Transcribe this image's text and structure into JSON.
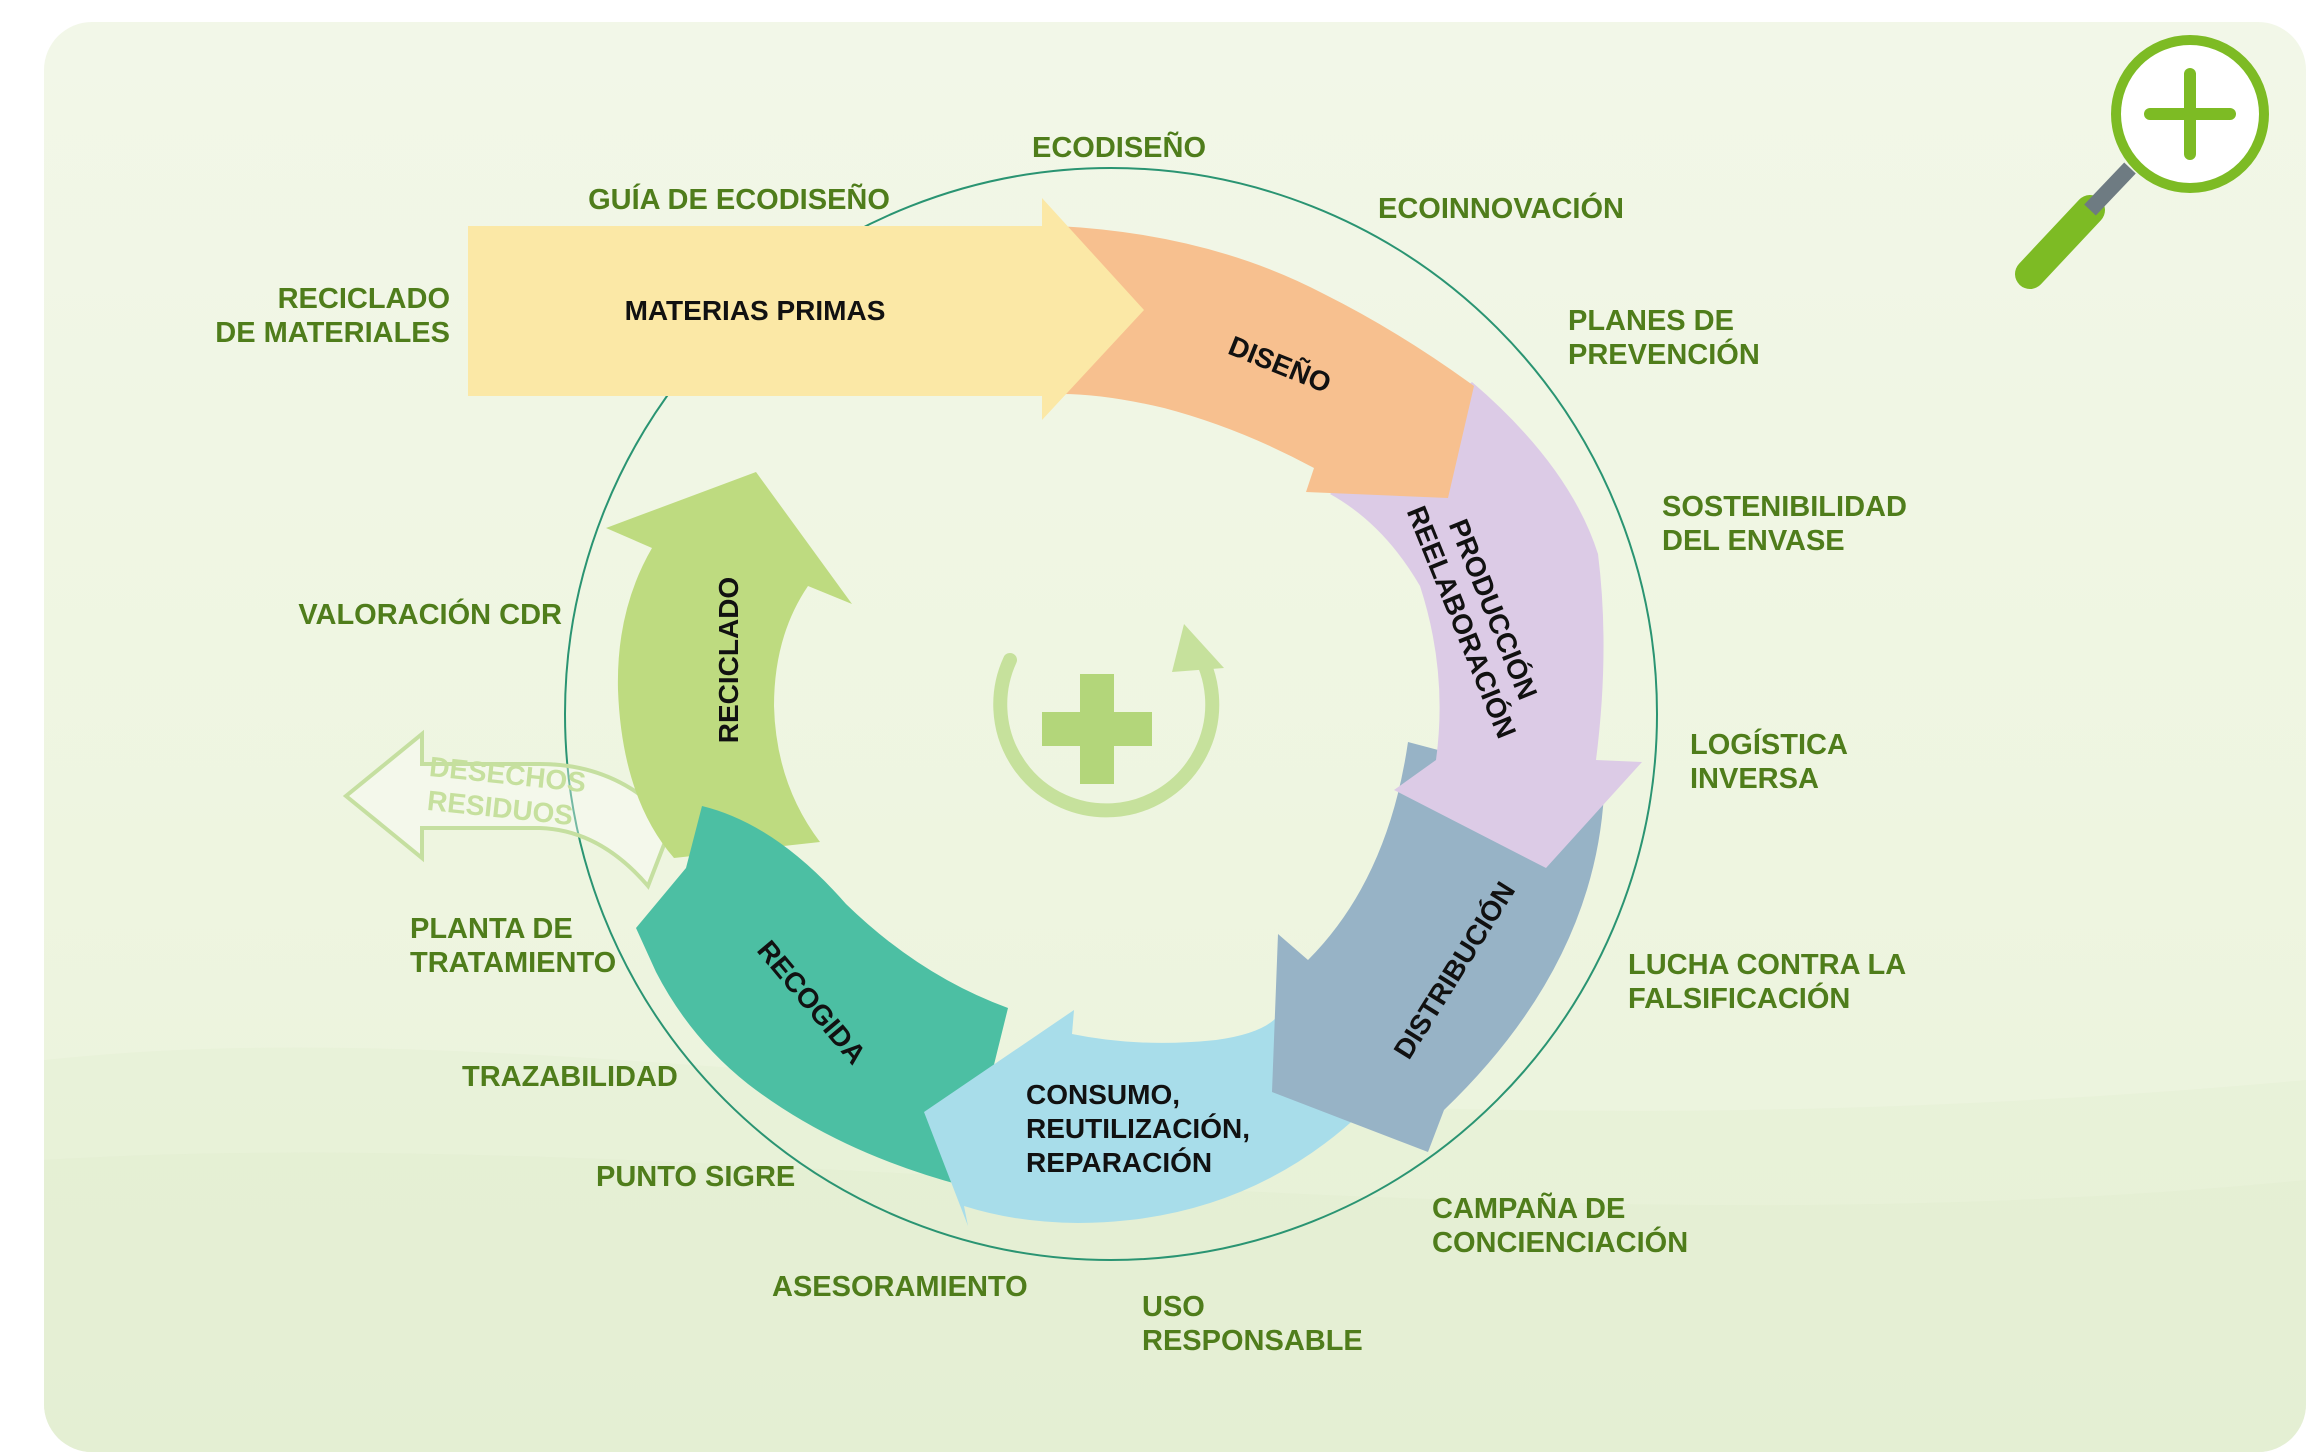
{
  "stages": {
    "materias_primas": "MATERIAS PRIMAS",
    "diseno": "DISEÑO",
    "produccion": [
      "PRODUCCIÓN",
      "REELABORACIÓN"
    ],
    "distribucion": "DISTRIBUCIÓN",
    "consumo": [
      "CONSUMO,",
      "REUTILIZACIÓN,",
      "REPARACIÓN"
    ],
    "recogida": "RECOGIDA",
    "reciclado": "RECICLADO",
    "desechos": [
      "DESECHOS",
      "RESIDUOS"
    ]
  },
  "outer_labels": {
    "ecodiseno": "ECODISEÑO",
    "guia_ecodiseno": "GUÍA DE ECODISEÑO",
    "ecoinnovacion": "ECOINNOVACIÓN",
    "reciclado_materiales": [
      "RECICLADO",
      "DE MATERIALES"
    ],
    "planes_prevencion": [
      "PLANES DE",
      "PREVENCIÓN"
    ],
    "sostenibilidad_envase": [
      "SOSTENIBILIDAD",
      "DEL ENVASE"
    ],
    "valoracion_cdr": "VALORACIÓN CDR",
    "logistica_inversa": [
      "LOGÍSTICA",
      "INVERSA"
    ],
    "planta_tratamiento": [
      "PLANTA DE",
      "TRATAMIENTO"
    ],
    "lucha_falsificacion": [
      "LUCHA CONTRA LA",
      "FALSIFICACIÓN"
    ],
    "trazabilidad": "TRAZABILIDAD",
    "punto_sigre": "PUNTO SIGRE",
    "campana_concienciacion": [
      "CAMPAÑA DE",
      "CONCIENCIACIÓN"
    ],
    "asesoramiento": "ASESORAMIENTO",
    "uso_responsable": [
      "USO",
      "RESPONSABLE"
    ]
  },
  "icons": {
    "center": "recycle-cross-icon",
    "zoom": "zoom-in-icon"
  },
  "colors": {
    "label_green": "#4f7d1b",
    "materias": "#fbe8a6",
    "diseno": "#f7c08f",
    "produccion": "#dccbe6",
    "distribucion": "#97b3c6",
    "consumo": "#a8ddea",
    "recogida": "#4cbfa3",
    "reciclado": "#bedb80",
    "ring": "#2a9472",
    "zoom": "#7dbb24"
  }
}
